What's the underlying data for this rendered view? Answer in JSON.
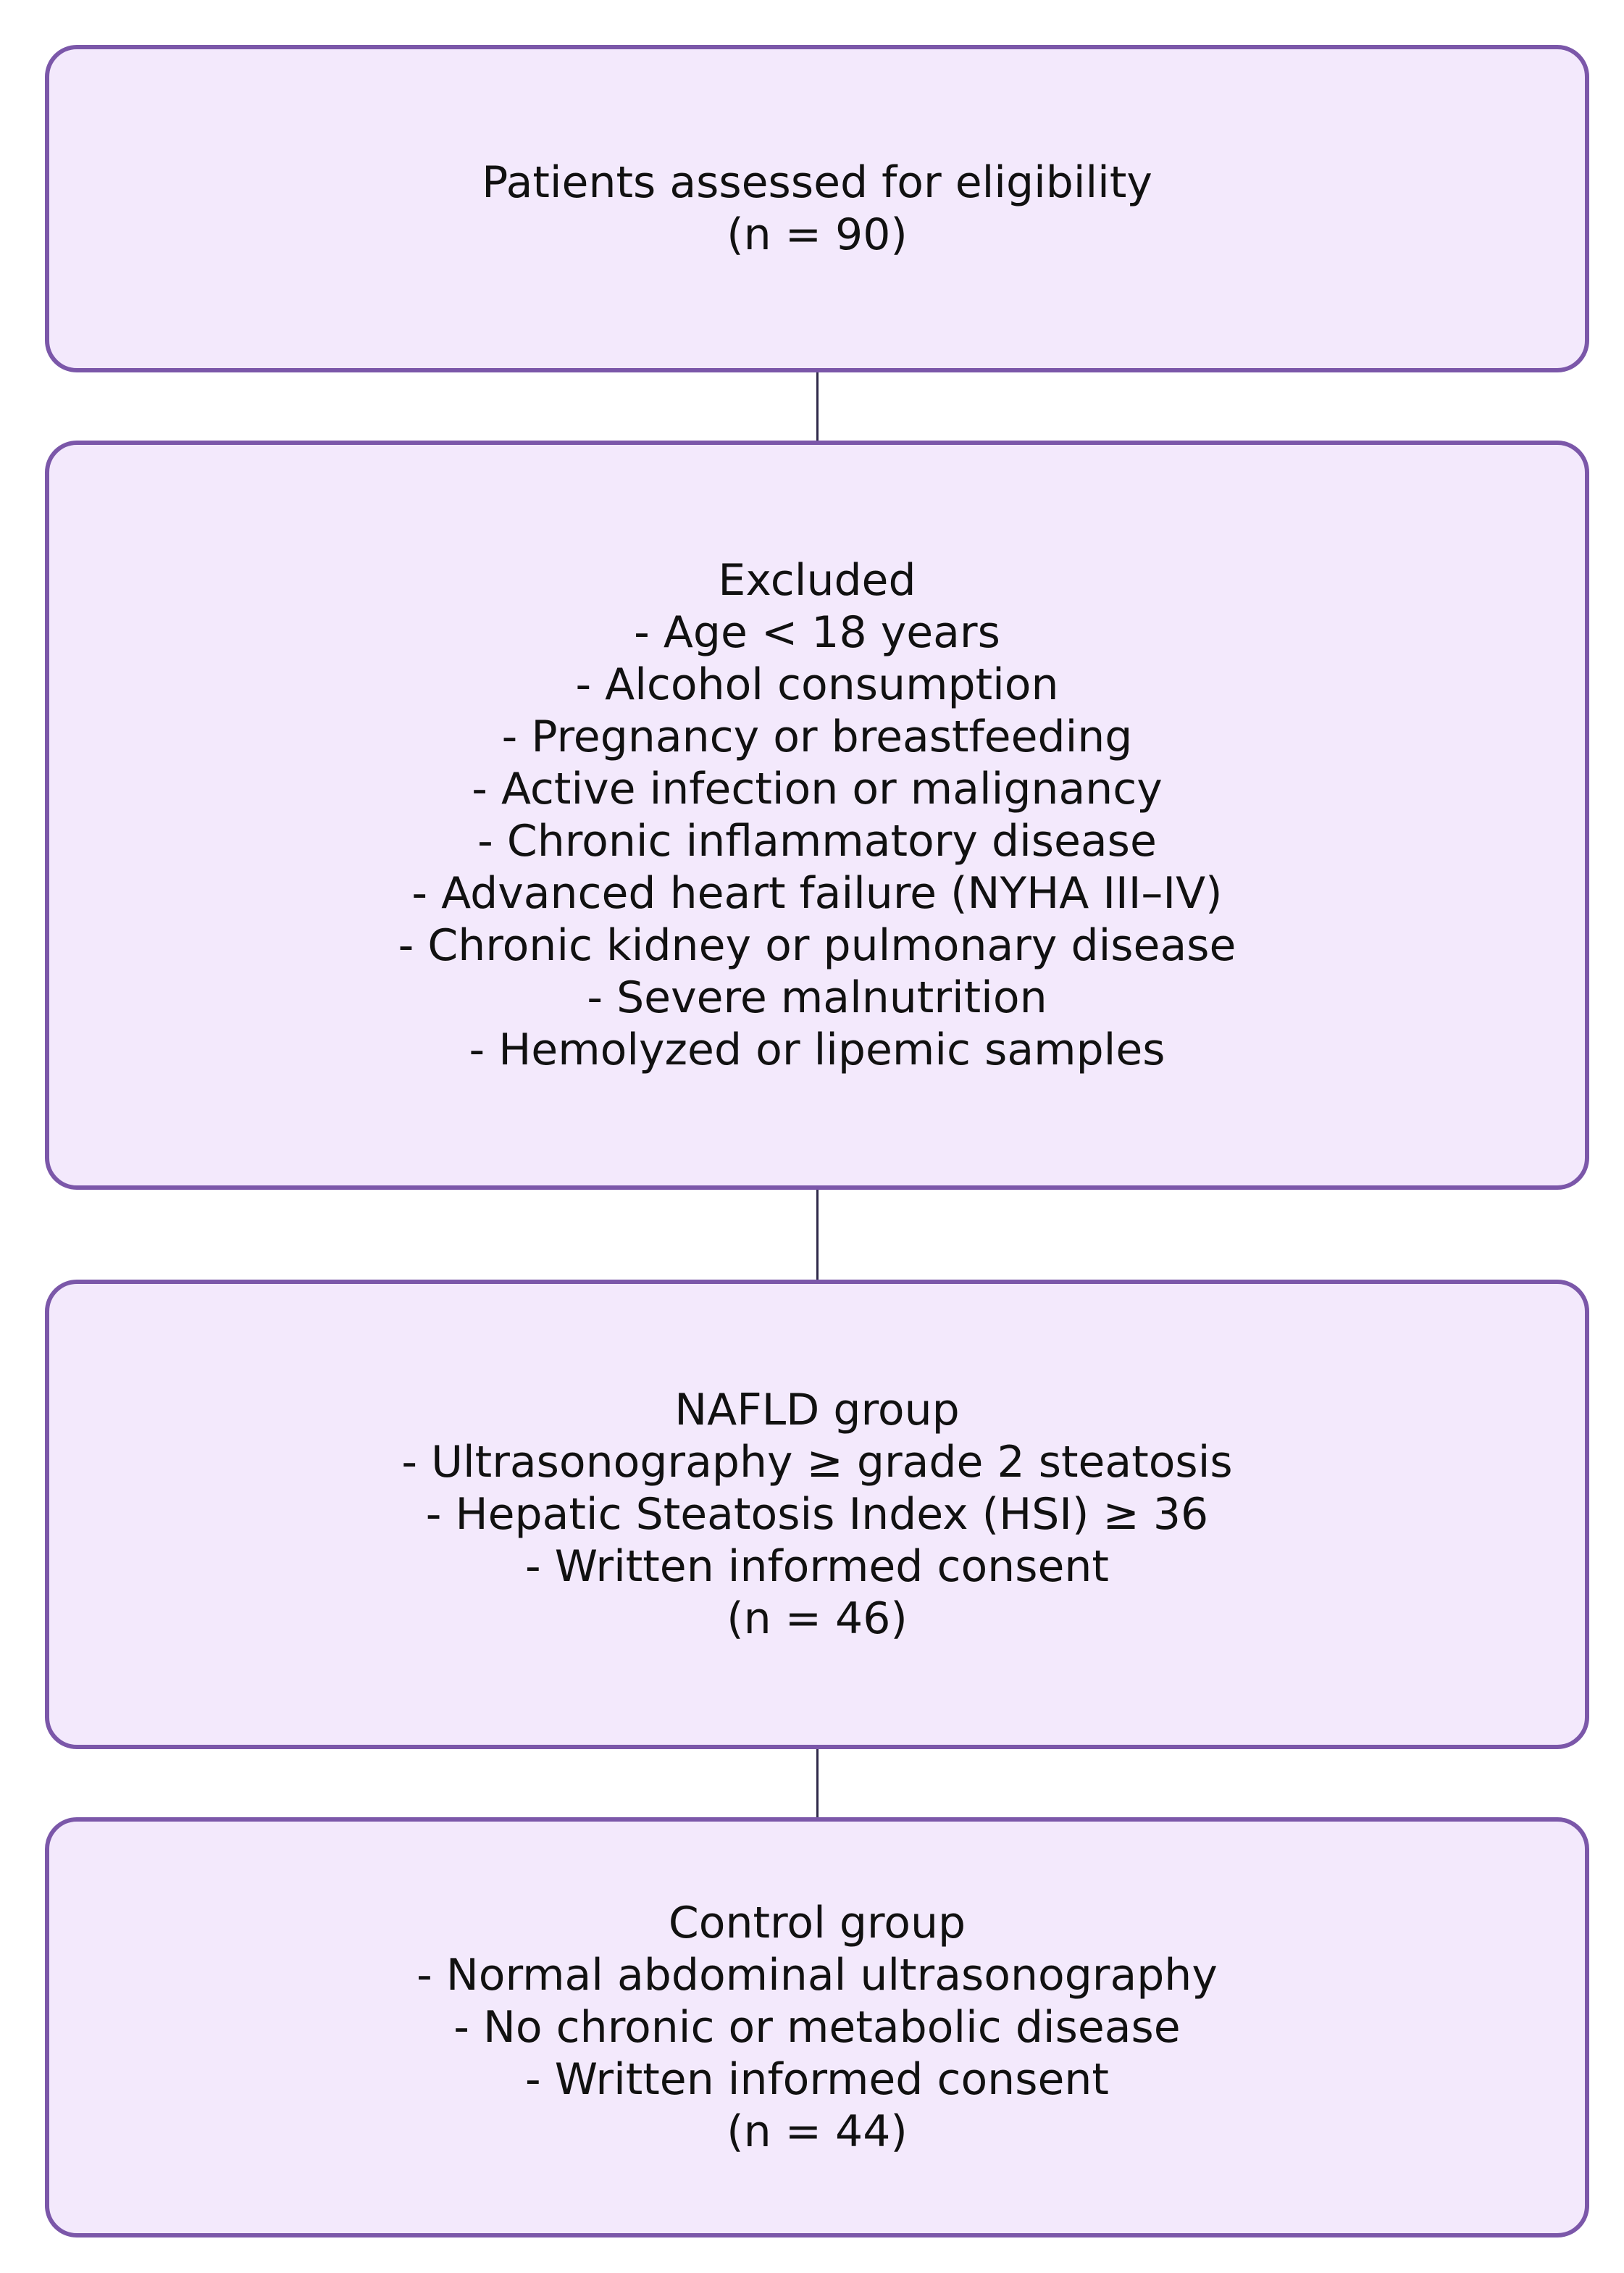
{
  "colors": {
    "box_fill": "#f3e9fc",
    "box_border": "#7b57a9",
    "connector": "#2f2a4a",
    "text": "#111111"
  },
  "boxes": {
    "eligibility": {
      "title": "Patients assessed for eligibility",
      "count": "(n = 90)"
    },
    "excluded": {
      "title": "Excluded",
      "criteria": [
        "- Age < 18 years",
        "- Alcohol consumption",
        "- Pregnancy or breastfeeding",
        "- Active infection or malignancy",
        "- Chronic inflammatory disease",
        "- Advanced heart failure (NYHA III–IV)",
        "- Chronic kidney or pulmonary disease",
        "- Severe malnutrition",
        "- Hemolyzed or lipemic samples"
      ]
    },
    "nafld": {
      "title": "NAFLD group",
      "criteria": [
        "- Ultrasonography ≥ grade 2 steatosis",
        "- Hepatic Steatosis Index (HSI) ≥ 36",
        "- Written informed consent"
      ],
      "count": "(n = 46)"
    },
    "control": {
      "title": "Control group",
      "criteria": [
        "- Normal abdominal ultrasonography",
        "- No chronic or metabolic disease",
        "- Written informed consent"
      ],
      "count": "(n = 44)"
    }
  }
}
